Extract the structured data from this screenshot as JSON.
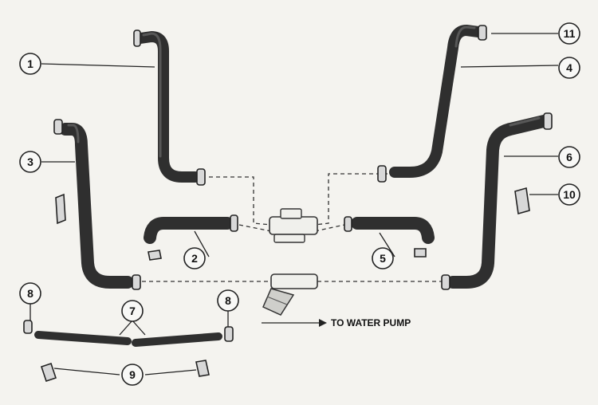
{
  "callouts": {
    "c1": "1",
    "c2": "2",
    "c3": "3",
    "c4": "4",
    "c5": "5",
    "c6": "6",
    "c7": "7",
    "c8a": "8",
    "c8b": "8",
    "c9": "9",
    "c10": "10",
    "c11": "11"
  },
  "annotation": "TO WATER PUMP",
  "colors": {
    "hose": "#2f2f2f",
    "line": "#222222",
    "background": "#f4f3ef"
  }
}
